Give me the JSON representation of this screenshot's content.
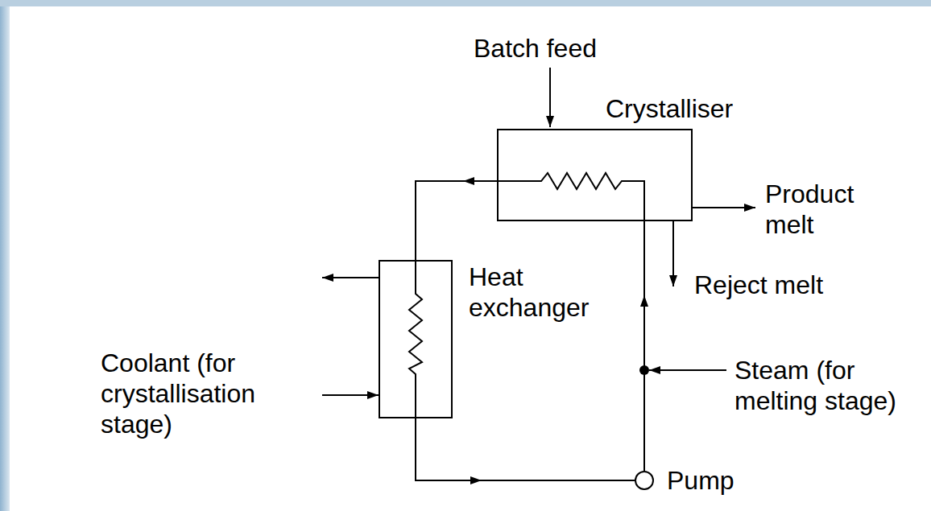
{
  "diagram": {
    "nodes": [
      {
        "text": [
          "Crystalliser"
        ]
      },
      {
        "text": [
          "Heat exchanger"
        ]
      },
      {
        "text": [
          "Pump"
        ]
      }
    ],
    "edges": [
      {
        "from": 0,
        "to": 1,
        "arrow": "to"
      },
      {
        "from": 1,
        "to": 2,
        "arrow": "to"
      },
      {
        "from": 2,
        "to": 0,
        "arrow": "to"
      }
    ],
    "labels": [
      "Batch feed",
      "Product melt",
      "Reject melt",
      "Coolant (for crystallisation stage)",
      "Steam (for melting stage)"
    ]
  }
}
